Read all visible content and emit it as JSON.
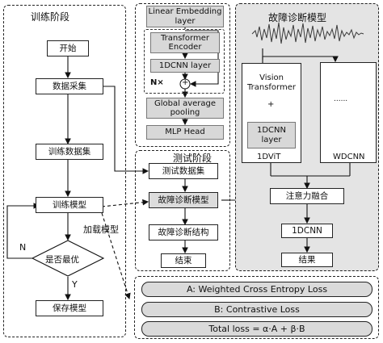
{
  "training": {
    "title": "训练阶段",
    "start": "开始",
    "collect": "数据采集",
    "train_set": "训练数据集",
    "train_model": "训练模型",
    "decision": "是否最优",
    "no": "N",
    "yes": "Y",
    "save": "保存模型",
    "load_model": "加载模型"
  },
  "model": {
    "linear_embedding": "Linear Embedding layer",
    "transformer_encoder": "Transformer Encoder",
    "conv_layer": "1DCNN layer",
    "repeat": "N×",
    "plus": "+",
    "gap": "Global average pooling",
    "mlp": "MLP Head"
  },
  "testing": {
    "title": "测试阶段",
    "test_set": "测试数据集",
    "diagnose": "故障诊断模型",
    "result": "故障诊断结构",
    "end": "结束"
  },
  "fault_model": {
    "title": "故障诊断模型",
    "vit": "Vision Transformer",
    "plus": "+",
    "vit_conv": "1DCNN layer",
    "branch1": "1DViT",
    "branch2": "WDCNN",
    "dots": "......",
    "fusion": "注意力融合",
    "final_conv": "1DCNN",
    "output": "结果"
  },
  "loss": {
    "a": "A: Weighted Cross Entropy Loss",
    "b": "B: Contrastive Loss",
    "total": "Total loss = α·A + β·B"
  }
}
